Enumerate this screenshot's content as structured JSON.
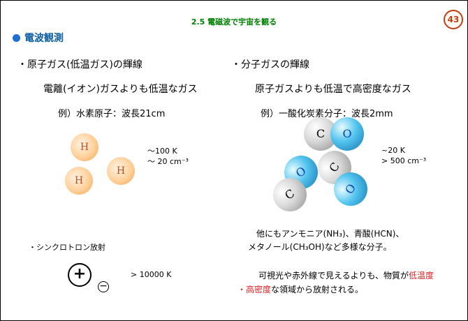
{
  "header": {
    "title": "2.5 電磁波で宇宙を観る",
    "page_number": "43"
  },
  "section": {
    "title": "電波観測"
  },
  "left": {
    "heading": "・原子ガス(低温ガス)の輝線",
    "subheading": "電離(イオン)ガスよりも低温なガス",
    "example": "例）水素原子：波長21cm",
    "atom_label": "H",
    "temp": "～100 K",
    "density": "～ 20 cm⁻³",
    "synchrotron": "・シンクロトロン放射",
    "plus_symbol": "+",
    "minus_symbol": "−",
    "synchrotron_temp": "> 10000 K"
  },
  "right": {
    "heading": "・分子ガスの輝線",
    "subheading": "原子ガスよりも低温で高密度なガス",
    "example": "例）一酸化炭素分子：波長2mm",
    "carbon_label": "C",
    "oxygen_label": "O",
    "temp": "~20 K",
    "density": "> 500 cm⁻³",
    "others_line1": "他にもアンモニア(NH₃)、青酸(HCN)、",
    "others_line2": "メタノール(CH₃OH)など多様な分子。",
    "conclusion_line1_pre": "可視光や赤外線で見えるよりも、物質が",
    "conclusion_line1_red": "低温度",
    "conclusion_line2_red": "・高密度",
    "conclusion_line2_post": "な領域から放射される。"
  },
  "colors": {
    "header": "#008000",
    "section": "#0b5fa0",
    "badge": "#c04010",
    "emphasis": "#e52020"
  }
}
